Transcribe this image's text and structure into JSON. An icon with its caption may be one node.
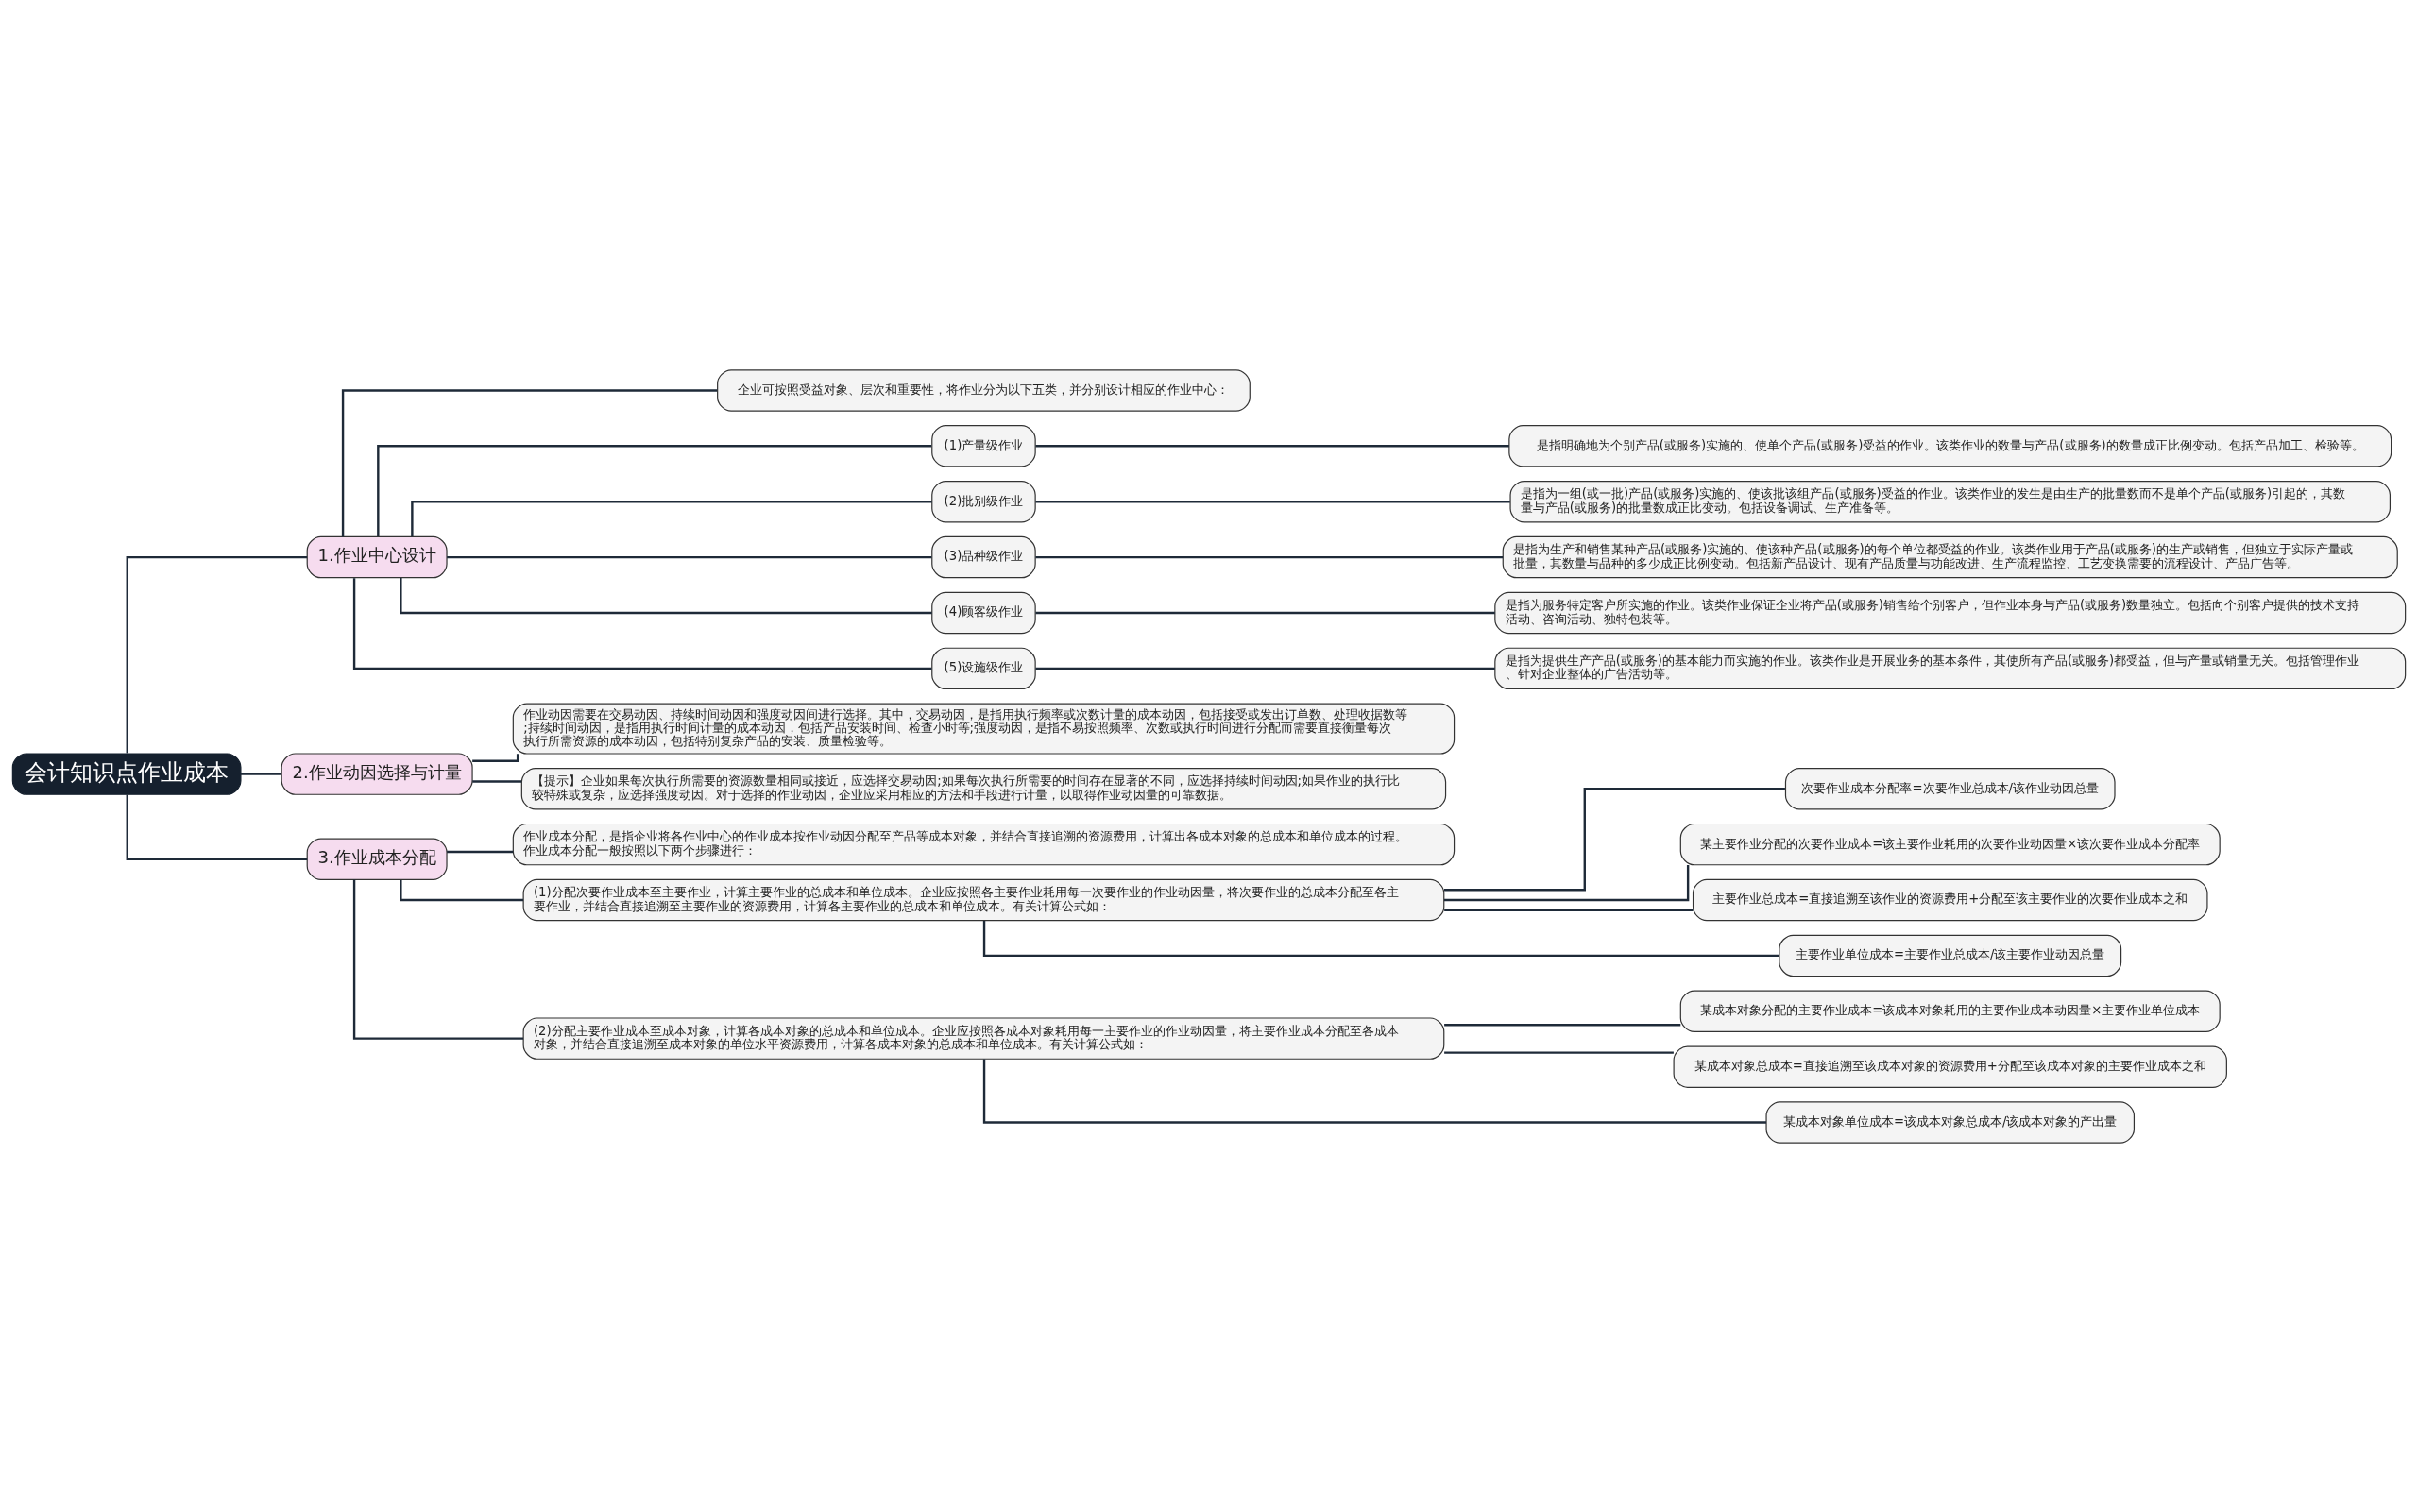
{
  "diagram": {
    "nodes": [
      {
        "text": [
          "会计知识点作业成本"
        ]
      },
      {
        "text": [
          "1.作业中心设计"
        ]
      },
      {
        "text": [
          "企业可按照受益对象、层次和重要性，将作业分为以下五类，并分别设计相应的作业中心："
        ]
      },
      {
        "text": [
          "(1)产量级作业"
        ]
      },
      {
        "text": [
          "是指明确地为个别产品(或服务)实施的、使单个产品(或服务)受益的作业。该类作业的数量与产品(或服务)的数量成正比例变动。包括产品加工、检验等。"
        ]
      },
      {
        "text": [
          "(2)批别级作业"
        ]
      },
      {
        "text": [
          "是指为一组(或一批)产品(或服务)实施的、使该批该组产品(或服务)受益的作业。该类作业的发生是由生产的批量数而不是单个产品(或服务)引起的，其数量与产品(或服务)的批量数成正比变动。包括设备调试、生产准备等。"
        ]
      },
      {
        "text": [
          "(3)品种级作业"
        ]
      },
      {
        "text": [
          "是指为生产和销售某种产品(或服务)实施的、使该种产品(或服务)的每个单位都受益的作业。该类作业用于产品(或服务)的生产或销售，但独立于实际产量或批量，其数量与品种的多少成正比例变动。包括新产品设计、现有产品质量与功能改进、生产流程监控、工艺变换需要的流程设计、产品广告等。"
        ]
      },
      {
        "text": [
          "(4)顾客级作业"
        ]
      },
      {
        "text": [
          "是指为服务特定客户所实施的作业。该类作业保证企业将产品(或服务)销售给个别客户，但作业本身与产品(或服务)数量独立。包括向个别客户提供的技术支持活动、咨询活动、独特包装等。"
        ]
      },
      {
        "text": [
          "(5)设施级作业"
        ]
      },
      {
        "text": [
          "是指为提供生产产品(或服务)的基本能力而实施的作业。该类作业是开展业务的基本条件，其使所有产品(或服务)都受益，但与产量或销量无关。包括管理作业、针对企业整体的广告活动等。"
        ]
      },
      {
        "text": [
          "2.作业动因选择与计量"
        ]
      },
      {
        "text": [
          "作业动因需要在交易动因、持续时间动因和强度动因间进行选择。其中，交易动因，是指用执行频率或次数计量的成本动因，包括接受或发出订单数、处理收据数等;持续时间动因，是指用执行时间计量的成本动因，包括产品安装时间、检查小时等;强度动因，是指不易按照频率、次数或执行时间进行分配而需要直接衡量每次执行所需资源的成本动因，包括特别复杂产品的安装、质量检验等。"
        ]
      },
      {
        "text": [
          "【提示】企业如果每次执行所需要的资源数量相同或接近，应选择交易动因;如果每次执行所需要的时间存在显著的不同，应选择持续时间动因;如果作业的执行比较特殊或复杂，应选择强度动因。对于选择的作业动因，企业应采用相应的方法和手段进行计量，以取得作业动因量的可靠数据。"
        ]
      },
      {
        "text": [
          "3.作业成本分配"
        ]
      },
      {
        "text": [
          "作业成本分配，是指企业将各作业中心的作业成本按作业动因分配至产品等成本对象，并结合直接追溯的资源费用，计算出各成本对象的总成本和单位成本的过程。作业成本分配一般按照以下两个步骤进行："
        ]
      },
      {
        "text": [
          "(1)分配次要作业成本至主要作业，计算主要作业的总成本和单位成本。企业应按照各主要作业耗用每一次要作业的作业动因量，将次要作业的总成本分配至各主要作业，并结合直接追溯至主要作业的资源费用，计算各主要作业的总成本和单位成本。有关计算公式如："
        ]
      },
      {
        "text": [
          "次要作业成本分配率=次要作业总成本/该作业动因总量"
        ]
      },
      {
        "text": [
          "某主要作业分配的次要作业成本=该主要作业耗用的次要作业动因量×该次要作业成本分配率"
        ]
      },
      {
        "text": [
          "主要作业总成本=直接追溯至该作业的资源费用+分配至该主要作业的次要作业成本之和"
        ]
      },
      {
        "text": [
          "主要作业单位成本=主要作业总成本/该主要作业动因总量"
        ]
      },
      {
        "text": [
          "(2)分配主要作业成本至成本对象，计算各成本对象的总成本和单位成本。企业应按照各成本对象耗用每一主要作业的作业动因量，将主要作业成本分配至各成本对象，并结合直接追溯至成本对象的单位水平资源费用，计算各成本对象的总成本和单位成本。有关计算公式如："
        ]
      },
      {
        "text": [
          "某成本对象分配的主要作业成本=该成本对象耗用的主要作业成本动因量×主要作业单位成本"
        ]
      },
      {
        "text": [
          "某成本对象总成本=直接追溯至该成本对象的资源费用+分配至该成本对象的主要作业成本之和"
        ]
      },
      {
        "text": [
          "某成本对象单位成本=该成本对象总成本/该成本对象的产出量"
        ]
      }
    ],
    "edges": [
      {
        "from": 0,
        "to": 1,
        "arrow": "none"
      },
      {
        "from": 1,
        "to": 2,
        "arrow": "none"
      },
      {
        "from": 1,
        "to": 3,
        "arrow": "none"
      },
      {
        "from": 3,
        "to": 4,
        "arrow": "none"
      },
      {
        "from": 1,
        "to": 5,
        "arrow": "none"
      },
      {
        "from": 5,
        "to": 6,
        "arrow": "none"
      },
      {
        "from": 1,
        "to": 7,
        "arrow": "none"
      },
      {
        "from": 7,
        "to": 8,
        "arrow": "none"
      },
      {
        "from": 1,
        "to": 9,
        "arrow": "none"
      },
      {
        "from": 9,
        "to": 10,
        "arrow": "none"
      },
      {
        "from": 1,
        "to": 11,
        "arrow": "none"
      },
      {
        "from": 11,
        "to": 12,
        "arrow": "none"
      },
      {
        "from": 0,
        "to": 13,
        "arrow": "none"
      },
      {
        "from": 13,
        "to": 14,
        "arrow": "none"
      },
      {
        "from": 13,
        "to": 15,
        "arrow": "none"
      },
      {
        "from": 0,
        "to": 16,
        "arrow": "none"
      },
      {
        "from": 16,
        "to": 17,
        "arrow": "none"
      },
      {
        "from": 16,
        "to": 18,
        "arrow": "none"
      },
      {
        "from": 18,
        "to": 19,
        "arrow": "none"
      },
      {
        "from": 18,
        "to": 20,
        "arrow": "none"
      },
      {
        "from": 18,
        "to": 21,
        "arrow": "none"
      },
      {
        "from": 18,
        "to": 22,
        "arrow": "none"
      },
      {
        "from": 16,
        "to": 23,
        "arrow": "none"
      },
      {
        "from": 23,
        "to": 24,
        "arrow": "none"
      },
      {
        "from": 23,
        "to": 25,
        "arrow": "none"
      },
      {
        "from": 23,
        "to": 26,
        "arrow": "none"
      }
    ]
  }
}
